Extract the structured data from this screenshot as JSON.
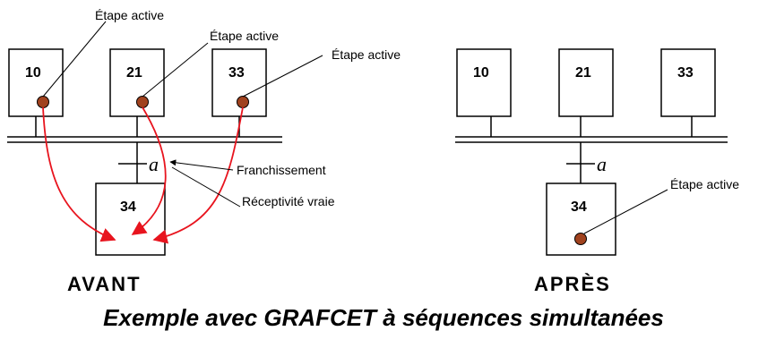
{
  "colors": {
    "token": "#a0421e",
    "arrow_red": "#e8141e",
    "line": "#000000"
  },
  "before": {
    "title": "AVANT",
    "steps": [
      "10",
      "21",
      "33"
    ],
    "target_step": "34",
    "transition": "a",
    "token_labels": [
      "Étape active",
      "Étape active",
      "Étape active"
    ],
    "franchissement": "Franchissement",
    "receptivite": "Réceptivité vraie"
  },
  "after": {
    "title": "APRÈS",
    "steps": [
      "10",
      "21",
      "33"
    ],
    "target_step": "34",
    "transition": "a",
    "token_label": "Étape active"
  },
  "caption": "Exemple avec GRAFCET à séquences simultanées"
}
